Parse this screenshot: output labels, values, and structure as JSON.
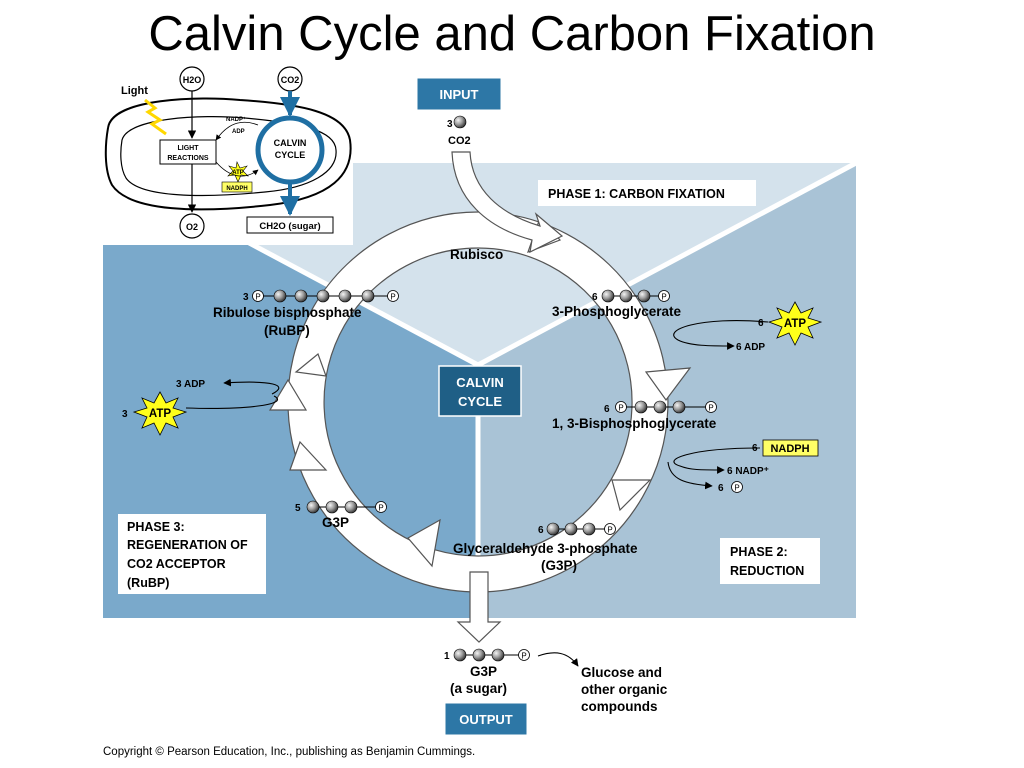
{
  "title": "Calvin Cycle and Carbon Fixation",
  "colors": {
    "phase1_bg": "#d4e2ec",
    "phase2_bg": "#a9c3d6",
    "phase3_bg": "#7aa9cb",
    "arrow_fill": "#ffffff",
    "label_box": "#2d77a6",
    "calvin_box": "#1f5f86",
    "atp_star": "#ffff1a",
    "nadph_box": "#ffff66"
  },
  "inset": {
    "light": "Light",
    "h2o": "H2O",
    "co2": "CO2",
    "nadp": "NADP⁺",
    "adp": "ADP",
    "atp": "ATP",
    "nadph": "NADPH",
    "light_reactions_1": "LIGHT",
    "light_reactions_2": "REACTIONS",
    "calvin_1": "CALVIN",
    "calvin_2": "CYCLE",
    "o2": "O2",
    "sugar": "CH2O (sugar)"
  },
  "input": {
    "label": "INPUT",
    "count": "3",
    "molecule": "CO2"
  },
  "phases": {
    "phase1": "PHASE 1: CARBON FIXATION",
    "phase2_line1": "PHASE 2:",
    "phase2_line2": "REDUCTION",
    "phase3_line1": "PHASE 3:",
    "phase3_line2": "REGENERATION OF",
    "phase3_line3": "CO2 ACCEPTOR",
    "phase3_line4": "(RuBP)"
  },
  "center": {
    "line1": "CALVIN",
    "line2": "CYCLE"
  },
  "enzyme": "Rubisco",
  "molecules": {
    "pga_count": "6",
    "pga": "3-Phosphoglycerate",
    "bpg_count": "6",
    "bpg": "1, 3-Bisphosphoglycerate",
    "g3p_count": "6",
    "g3p_line1": "Glyceraldehyde 3-phosphate",
    "g3p_line2": "(G3P)",
    "g3p5_count": "5",
    "g3p5": "G3P",
    "rubp_count": "3",
    "rubp_line1": "Ribulose bisphosphate",
    "rubp_line2": "(RuBP)"
  },
  "inputs_outputs": {
    "atp6_count": "6",
    "atp": "ATP",
    "adp6": "6 ADP",
    "nadph6_count": "6",
    "nadph": "NADPH",
    "nadp6": "6 NADP⁺",
    "pi6": "6",
    "adp3": "3 ADP",
    "atp3_count": "3"
  },
  "output": {
    "count": "1",
    "g3p": "G3P",
    "sugar": "(a sugar)",
    "glucose_1": "Glucose and",
    "glucose_2": "other organic",
    "glucose_3": "compounds",
    "label": "OUTPUT"
  },
  "copyright": "Copyright © Pearson Education, Inc., publishing as Benjamin Cummings."
}
